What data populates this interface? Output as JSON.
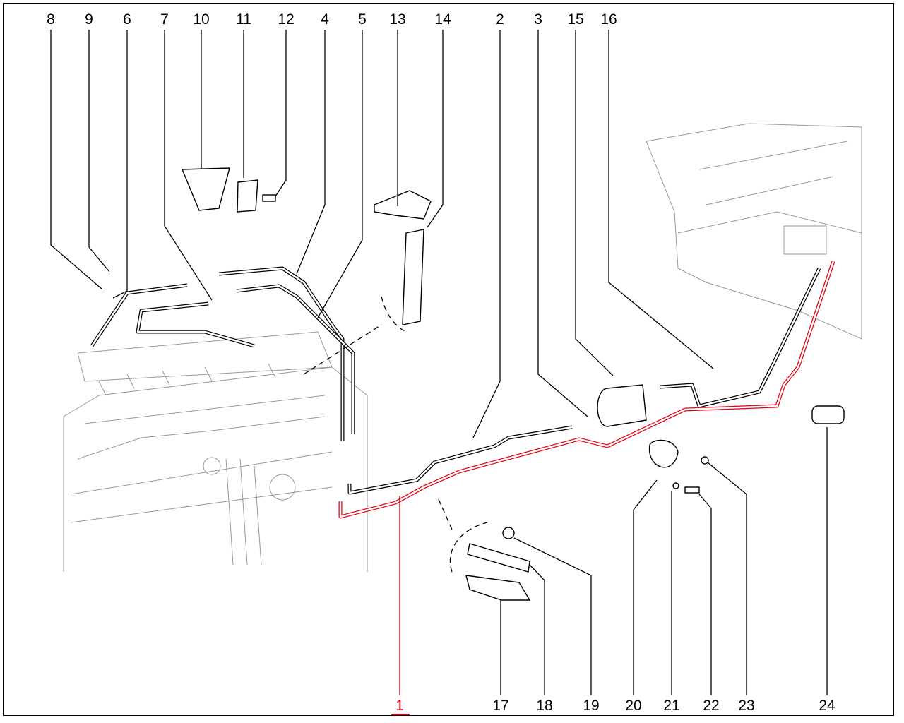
{
  "callouts_top": [
    "8",
    "9",
    "6",
    "7",
    "10",
    "11",
    "12",
    "4",
    "5",
    "13",
    "14",
    "2",
    "3",
    "15",
    "16"
  ],
  "callouts_bottom": [
    "1",
    "17",
    "18",
    "19",
    "20",
    "21",
    "22",
    "23",
    "24"
  ],
  "highlight": {
    "part": "1",
    "color": "#e00010"
  }
}
